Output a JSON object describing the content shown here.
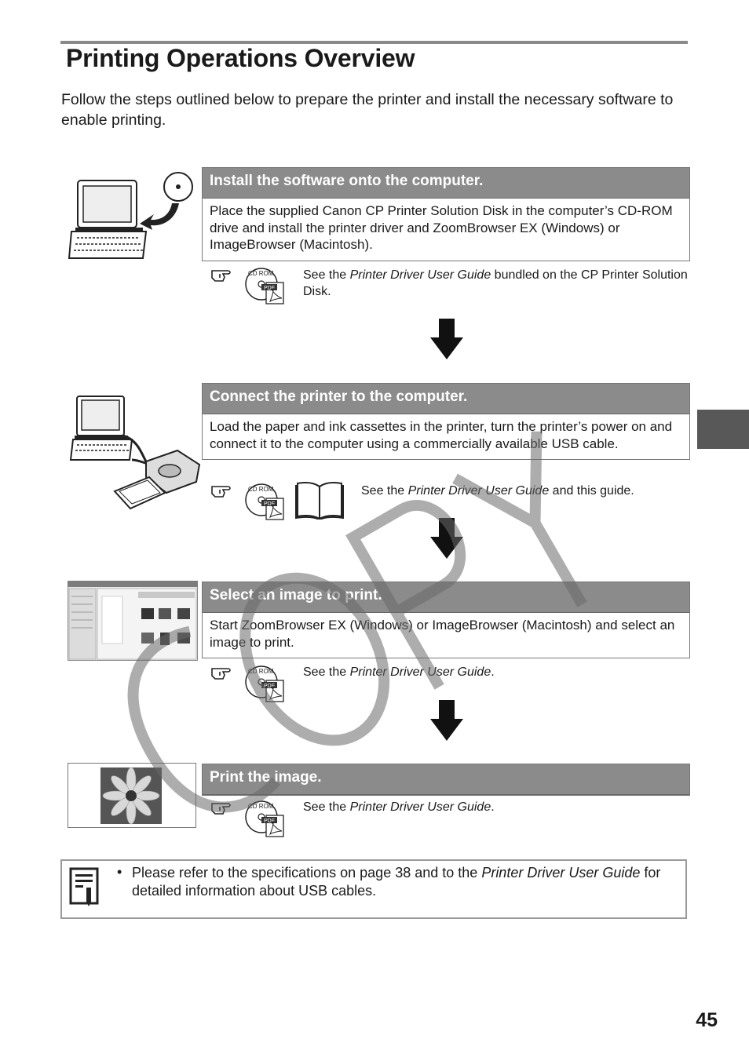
{
  "page": {
    "title": "Printing Operations Overview",
    "intro": "Follow the steps outlined below to prepare the printer and install the necessary software to enable printing.",
    "page_number": "45",
    "watermark": "COPY"
  },
  "steps": [
    {
      "heading": "Install the software onto the computer.",
      "body": "Place the supplied Canon CP Printer Solution Disk in the computer’s CD-ROM drive and install the printer driver and ZoomBrowser EX (Windows) or ImageBrowser (Macintosh).",
      "ref_pre": "See the ",
      "ref_italic": "Printer Driver User Guide",
      "ref_post": " bundled on the CP Printer Solution Disk."
    },
    {
      "heading": "Connect the printer to the computer.",
      "body": "Load the paper and ink cassettes in the printer, turn the printer’s power on and connect it to the computer using a commercially available USB cable.",
      "ref_pre": "See the ",
      "ref_italic": "Printer Driver User Guide",
      "ref_post": " and this guide."
    },
    {
      "heading": "Select an image to print.",
      "body": "Start ZoomBrowser EX (Windows) or ImageBrowser (Macintosh) and select an image to print.",
      "ref_pre": "See the ",
      "ref_italic": "Printer Driver User Guide",
      "ref_post": "."
    },
    {
      "heading": "Print the image.",
      "ref_pre": "See the ",
      "ref_italic": "Printer Driver User Guide",
      "ref_post": "."
    }
  ],
  "cdrom_icon": {
    "disc_label": "CD ROM",
    "file_label": "PDF"
  },
  "note": {
    "bullet": "•",
    "pre": "Please refer to the specifications on page 38 and to the ",
    "italic": "Printer Driver User Guide",
    "post": " for detailed information about USB cables."
  }
}
